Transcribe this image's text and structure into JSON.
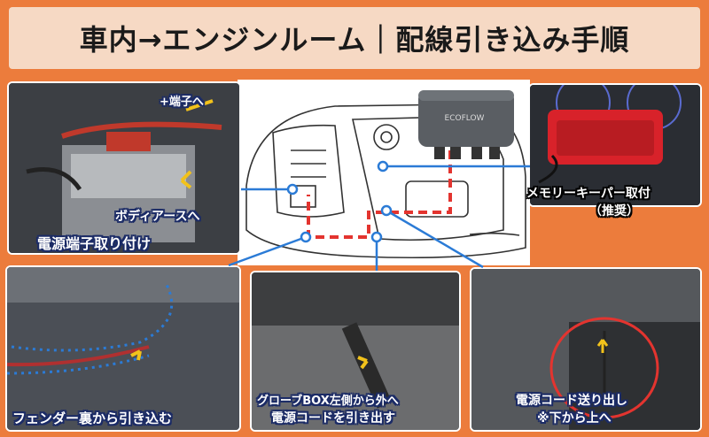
{
  "title": "車内→エンジンルーム｜配線引き込み手順",
  "labels": {
    "plus_terminal": "+端子へ",
    "body_earth": "ボディアースへ",
    "power_terminal": "電源端子取り付け",
    "memory_keeper": "メモリーキーパー取付",
    "memory_keeper_note": "（推奨）",
    "fender": "フェンダー裏から引き込む",
    "glove_box_line1": "グローブBOX左側から外へ",
    "glove_box_line2": "電源コードを引き出す",
    "floor_line1": "電源コード送り出し",
    "floor_line2": "※下から上へ"
  },
  "ecoflow_brand": "ECOFLOW",
  "colors": {
    "background": "#ec7c3c",
    "title_bg": "#f6d9c4",
    "route": "#e3342f",
    "connector": "#2b7bd6",
    "label_outline": "#1b2b66",
    "arrow": "#f2c21b"
  },
  "icons": [
    "yellow-arrow-icon",
    "route-dashed-line",
    "ecoflow-device-icon"
  ]
}
